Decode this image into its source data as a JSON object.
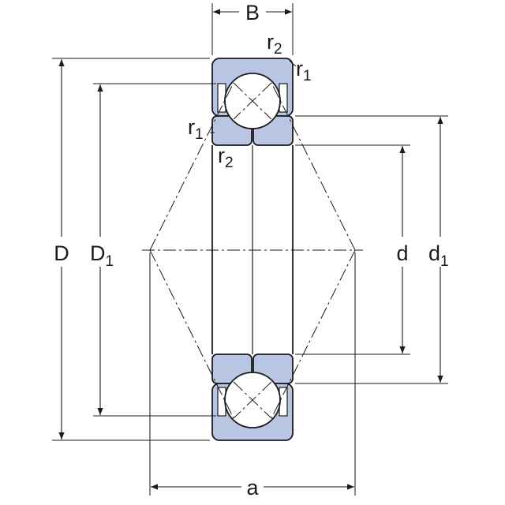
{
  "colors": {
    "ring_fill": "#b8c6e3",
    "ink": "#1a1a1a",
    "ball_fill": "#ffffff"
  },
  "labels": {
    "B": "B",
    "D": "D",
    "D1_main": "D",
    "D1_sub": "1",
    "d": "d",
    "d1_main": "d",
    "d1_sub": "1",
    "a": "a",
    "r_top_outer_main": "r",
    "r_top_outer_sub": "2",
    "r_top_side_main": "r",
    "r_top_side_sub": "1",
    "r_inner_side_main": "r",
    "r_inner_side_sub": "1",
    "r_inner_bottom_main": "r",
    "r_inner_bottom_sub": "2"
  }
}
